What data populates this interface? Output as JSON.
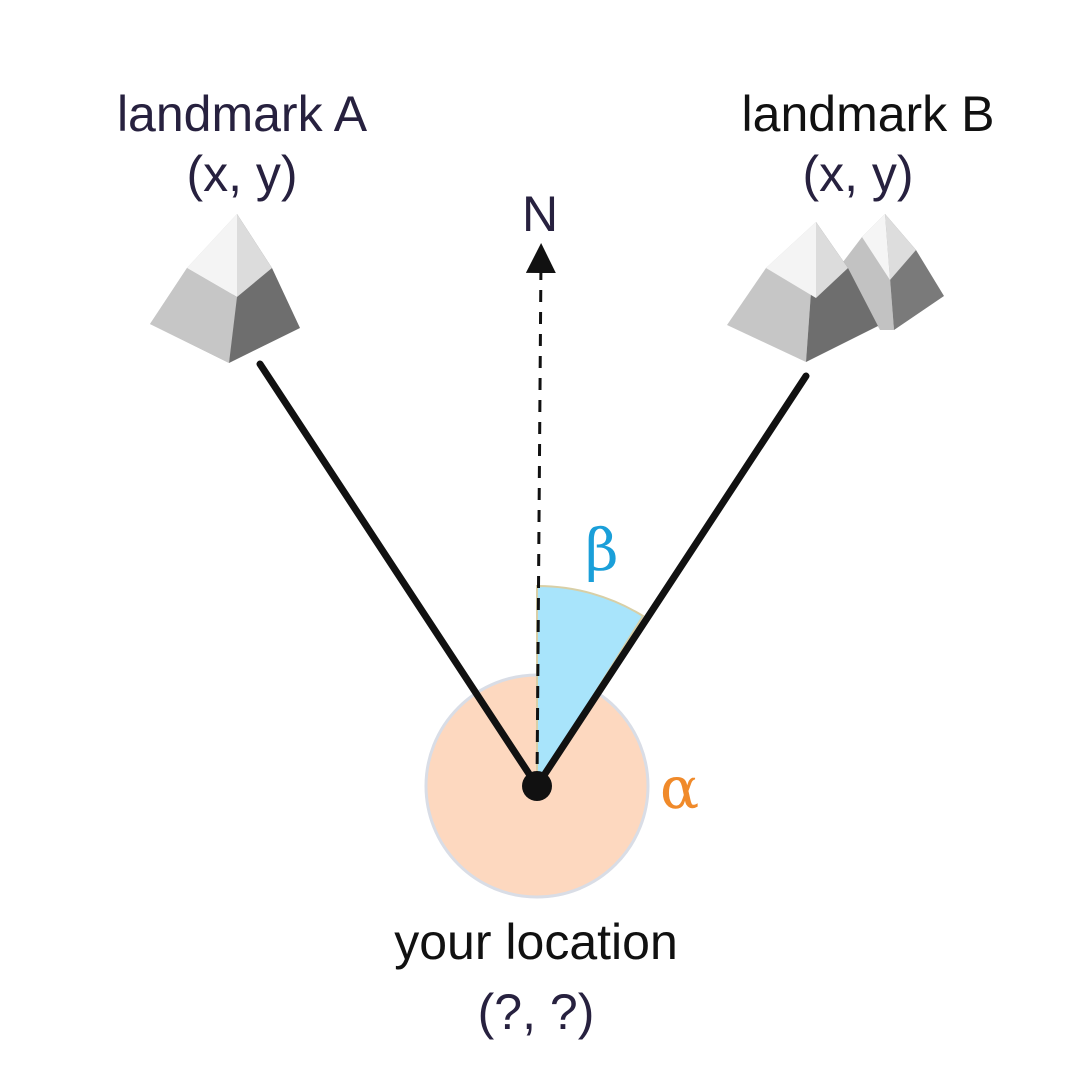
{
  "landmark_a": {
    "name": "landmark A",
    "coords": "(x, y)"
  },
  "landmark_b": {
    "name": "landmark B",
    "coords": "(x, y)"
  },
  "north_label": "N",
  "angle_beta": {
    "symbol": "β",
    "color": "#1a9fd9",
    "fill": "#a8e4fb"
  },
  "angle_alpha": {
    "symbol": "α",
    "color": "#f08a2a",
    "fill": "#fdd8bf"
  },
  "your_location": {
    "name": "your location",
    "coords": "(?, ?)"
  },
  "colors": {
    "text_dark": "#27213f",
    "line": "#111111"
  },
  "icons": {
    "landmark_a": "mountain-icon",
    "landmark_b": "double-mountain-icon"
  }
}
